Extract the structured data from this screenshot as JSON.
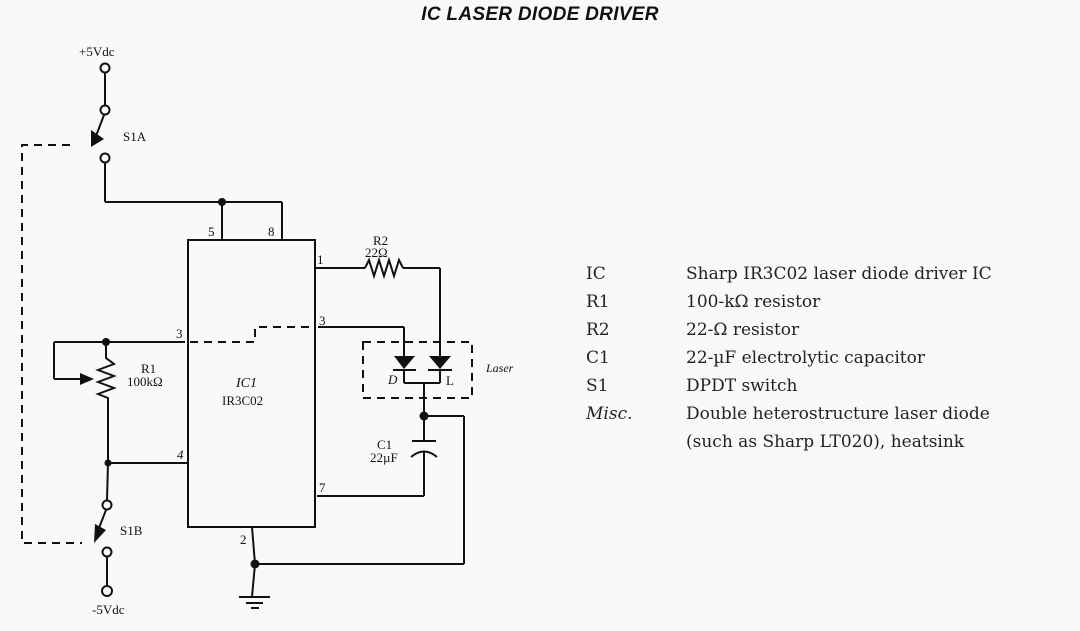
{
  "title": "IC LASER DIODE DRIVER",
  "schematic": {
    "supply_pos": "+5Vdc",
    "supply_neg": "-5Vdc",
    "switch_a": "S1A",
    "switch_b": "S1B",
    "ic_ref": "IC1",
    "ic_part": "IR3C02",
    "r1_ref": "R1",
    "r1_value": "100kΩ",
    "r2_ref": "R2",
    "r2_value": "22Ω",
    "c1_ref": "C1",
    "c1_value": "22µF",
    "laser_label": "Laser",
    "diode_d": "D",
    "diode_l": "L",
    "pins": {
      "p5": "5",
      "p8": "8",
      "p1": "1",
      "p3_left": "3",
      "p3_right": "3",
      "p4": "4",
      "p7": "7",
      "p2": "2"
    }
  },
  "parts_list": [
    {
      "ref": "IC",
      "desc": "Sharp IR3C02 laser diode driver IC"
    },
    {
      "ref": "R1",
      "desc": "100-kΩ resistor"
    },
    {
      "ref": "R2",
      "desc": "22-Ω resistor"
    },
    {
      "ref": "C1",
      "desc": "22-µF electrolytic capacitor"
    },
    {
      "ref": "S1",
      "desc": "DPDT switch"
    },
    {
      "ref": "Misc.",
      "desc": "Double heterostructure laser diode"
    },
    {
      "ref": "",
      "desc": "(such as Sharp LT020), heatsink"
    }
  ]
}
